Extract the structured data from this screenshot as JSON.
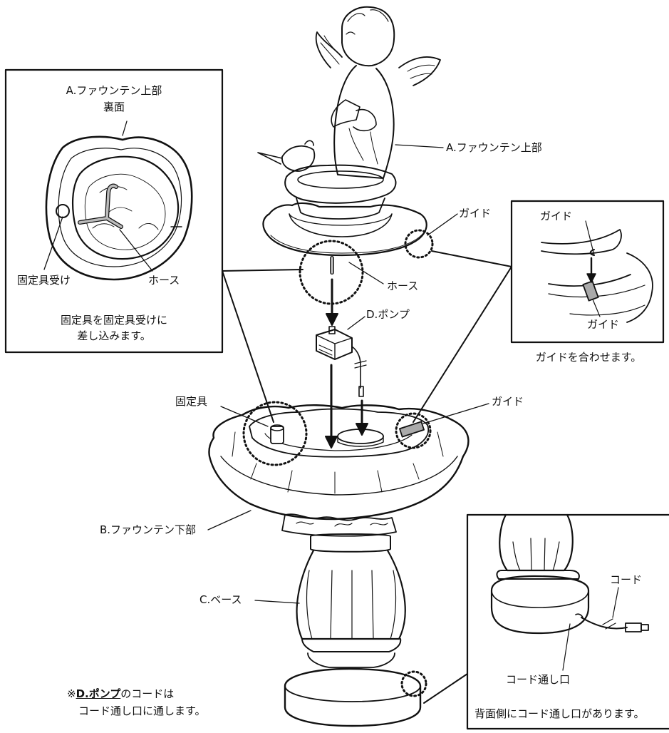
{
  "inset_top_left": {
    "title_line1": "A.ファウンテン上部",
    "title_line2": "裏面",
    "label_holder": "固定具受け",
    "label_hose": "ホース",
    "caption_line1": "固定具を固定具受けに",
    "caption_line2": "差し込みます。"
  },
  "inset_top_right": {
    "label_guide_top": "ガイド",
    "label_guide_bottom": "ガイド",
    "caption": "ガイドを合わせます。"
  },
  "inset_bottom_right": {
    "label_cord": "コード",
    "label_cord_port": "コード通し口",
    "caption": "背面側にコード通し口があります。"
  },
  "main": {
    "label_top_part": "A.ファウンテン上部",
    "label_guide_upper": "ガイド",
    "label_hose": "ホース",
    "label_pump": "D.ポンプ",
    "label_fixture": "固定具",
    "label_guide_lower": "ガイド",
    "label_bottom_part": "B.ファウンテン下部",
    "label_base": "C.ベース"
  },
  "note": {
    "prefix": "※",
    "pump_ref": "D.ポンプ",
    "line1_rest": "のコードは",
    "line2": "コード通し口に通します。"
  }
}
